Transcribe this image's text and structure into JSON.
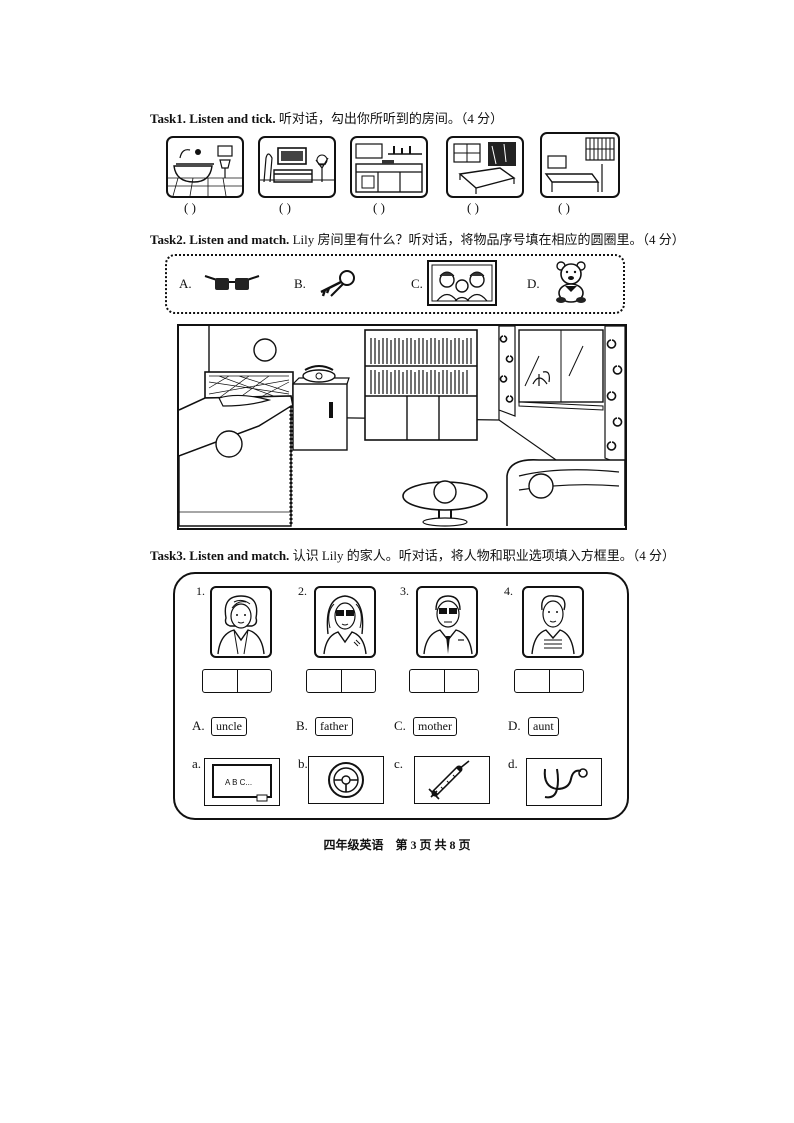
{
  "task1": {
    "heading_bold": "Task1. Listen and tick.",
    "heading_rest": " 听对话，勾出你所听到的房间。（4 分）",
    "rooms": [
      "bathroom-icon",
      "living-room-icon",
      "kitchen-icon",
      "bedroom-icon",
      "study-icon"
    ],
    "paren": "(      )"
  },
  "task2": {
    "heading_bold": "Task2. Listen and match.",
    "heading_rest": " Lily 房间里有什么？听对话，将物品序号填在相应的圆圈里。（4 分）",
    "items": [
      {
        "label": "A.",
        "icon": "glasses-icon"
      },
      {
        "label": "B.",
        "icon": "keys-icon"
      },
      {
        "label": "C.",
        "icon": "family-photo-icon"
      },
      {
        "label": "D.",
        "icon": "teddy-bear-icon"
      }
    ]
  },
  "task3": {
    "heading_bold": "Task3. Listen and match.",
    "heading_rest": " 认识 Lily 的家人。听对话，将人物和职业选项填入方框里。（4 分）",
    "people": [
      {
        "num": "1.",
        "icon": "woman-portrait-icon"
      },
      {
        "num": "2.",
        "icon": "woman-with-glasses-portrait-icon"
      },
      {
        "num": "3.",
        "icon": "man-with-glasses-portrait-icon"
      },
      {
        "num": "4.",
        "icon": "man-portrait-icon"
      }
    ],
    "relations": [
      {
        "letter": "A.",
        "word": "uncle"
      },
      {
        "letter": "B.",
        "word": "father"
      },
      {
        "letter": "C.",
        "word": "mother"
      },
      {
        "letter": "D.",
        "word": "aunt"
      }
    ],
    "jobs": [
      {
        "letter": "a.",
        "icon": "blackboard-icon",
        "board_text": "A B C..."
      },
      {
        "letter": "b.",
        "icon": "steering-wheel-icon"
      },
      {
        "letter": "c.",
        "icon": "syringe-icon"
      },
      {
        "letter": "d.",
        "icon": "stethoscope-icon"
      }
    ]
  },
  "footer": "四年级英语　第 3 页 共 8 页"
}
